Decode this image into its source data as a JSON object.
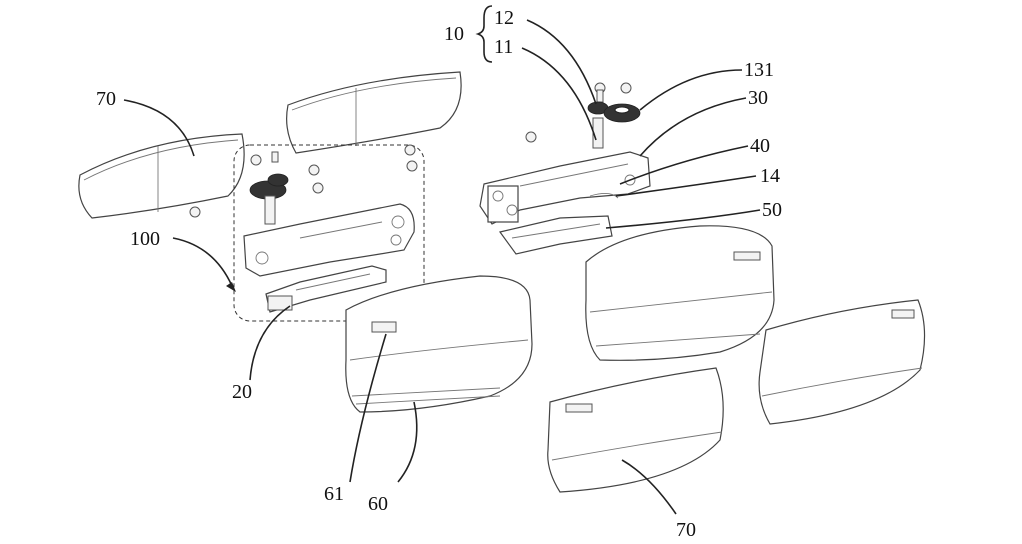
{
  "labels": {
    "l70_top": "70",
    "l100": "100",
    "l20": "20",
    "l10": "10",
    "l12": "12",
    "l11": "11",
    "l131": "131",
    "l30": "30",
    "l40": "40",
    "l14": "14",
    "l50": "50",
    "l61": "61",
    "l60": "60",
    "l70_bottom": "70"
  }
}
